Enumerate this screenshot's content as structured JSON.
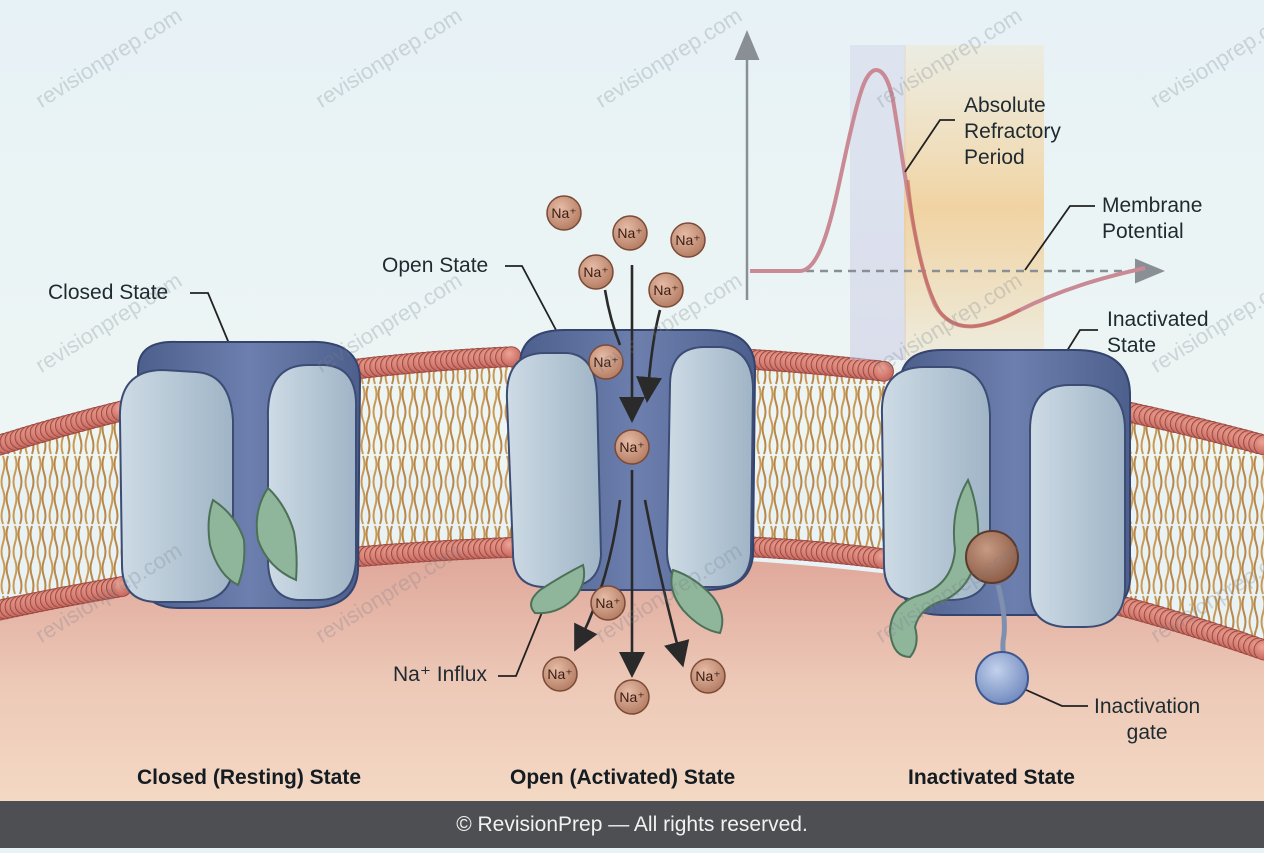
{
  "labels": {
    "closed_state": "Closed State",
    "open_state": "Open State",
    "inactivated_state": "Inactivated\nState",
    "absolute_refractory": "Absolute\nRefractory\nPeriod",
    "membrane_potential": "Membrane\nPotential",
    "na_influx": "Na⁺ Influx",
    "inactivation_gate": "Inactivation\ngate"
  },
  "captions": {
    "closed": "Closed (Resting) State",
    "open": "Open (Activated) State",
    "inactivated": "Inactivated State"
  },
  "ion_label": "Na⁺",
  "watermark": "revisionprep.com",
  "footer": "© RevisionPrep — All rights reserved.",
  "colors": {
    "channel_protein": "#5a6d9b",
    "channel_subunit": "#b9ccd9",
    "gate_green": "#8fb59a",
    "lipid_head": "#d9786c",
    "lipid_tail": "#c99a55",
    "ion": "#c98f72",
    "inactivation_ball": "#8ea6d2",
    "refractory_band": "#f3c886",
    "action_potential_curve": "#c98a96"
  }
}
